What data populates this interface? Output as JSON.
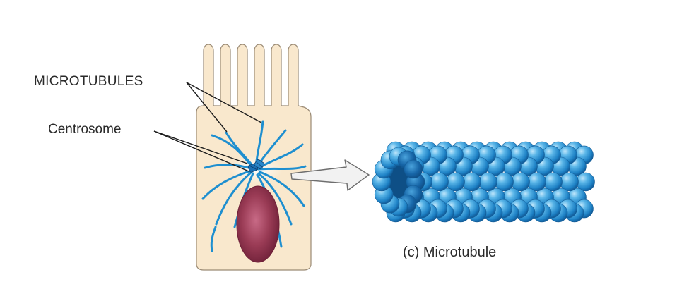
{
  "labels": {
    "microtubules": "MICROTUBULES",
    "centrosome": "Centrosome",
    "caption": "(c) Microtubule"
  },
  "colors": {
    "cell_fill": "#f9e8cd",
    "cell_stroke": "#9a8a74",
    "microtubule_blue": "#1e8fd0",
    "nucleus": "#9a3b55",
    "tubulin_light": "#7cc8ef",
    "tubulin_dark": "#1a6fb3",
    "arrow_fill": "#f2f2f2",
    "arrow_stroke": "#6e6e6e"
  }
}
